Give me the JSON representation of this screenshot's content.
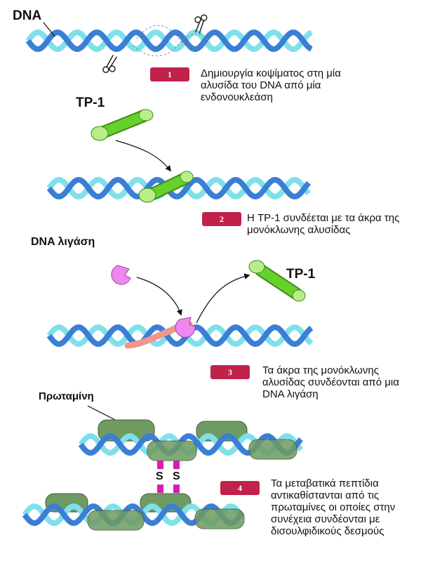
{
  "labels": {
    "dna": "DNA",
    "tp1_top": "TP-1",
    "ligase": "DNA λιγάση",
    "tp1_right": "TP-1",
    "protamine": "Πρωταμίνη",
    "s1": "S",
    "s2": "S"
  },
  "steps": [
    {
      "number": "1",
      "lines": [
        "Δημιουργία κοψίματος στη μία",
        "αλυσίδα του DNA από μία",
        "ενδονουκλεάση"
      ]
    },
    {
      "number": "2",
      "lines": [
        "Η TP-1 συνδέεται με τα άκρα της",
        "μονόκλωνης αλυσίδας"
      ]
    },
    {
      "number": "3",
      "lines": [
        "Τα άκρα της μονόκλωνης",
        "αλυσίδας συνδέονται από μια",
        "DNA λιγάση"
      ]
    },
    {
      "number": "4",
      "lines": [
        "Τα μεταβατικά πεπτίδια",
        "αντικαθίστανται από τις",
        "πρωταμίνες οι οποίες στην",
        "συνέχεια συνδέονται με",
        "δισουλφιδικούς δεσμούς"
      ]
    }
  ],
  "colors": {
    "strand_dark": "#3a7fd5",
    "strand_light": "#7fe0ec",
    "badge": "#c0224a",
    "tp1": "#66d12a",
    "tp1_end": "#b8ee8a",
    "ligase": "#ee88ee",
    "ligase_repaired": "#f0958f",
    "protamine": "#6f9b62",
    "disulfide": "#d61fae"
  }
}
